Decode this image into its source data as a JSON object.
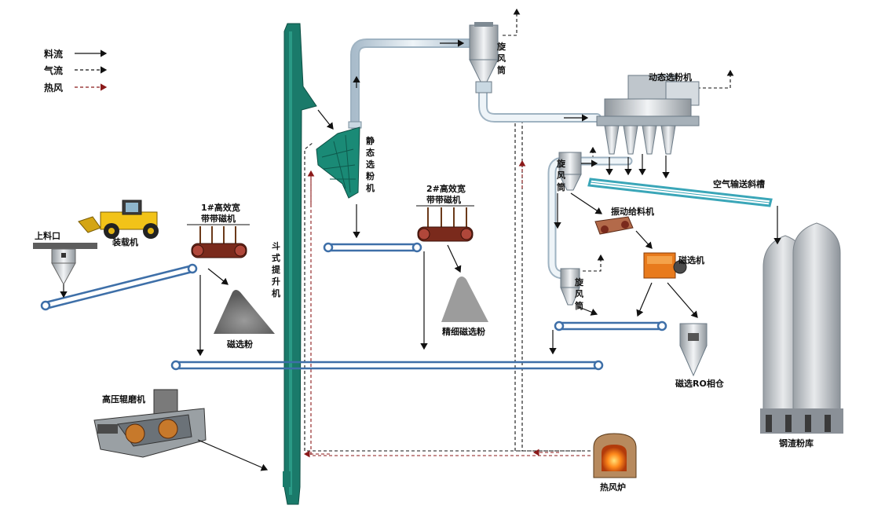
{
  "legend": {
    "material_flow": "料流",
    "air_flow": "气流",
    "hot_air": "热风"
  },
  "labels": {
    "feed_port": "上料口",
    "loader": "装载机",
    "magnetic_separator_1_line1": "1#高效宽",
    "magnetic_separator_1_line2": "带带磁机",
    "magnetic_powder": "磁选粉",
    "bucket_elevator": "斗式提升机",
    "static_classifier": "静态选粉机",
    "magnetic_separator_2_line1": "2#高效宽",
    "magnetic_separator_2_line2": "带带磁机",
    "fine_magnetic_powder": "精细磁选粉",
    "cyclone_top": "旋风筒",
    "dynamic_classifier": "动态选粉机",
    "cyclone_mid": "旋风筒",
    "air_slide": "空气输送斜槽",
    "vibrating_feeder": "振动给料机",
    "magnetic_separator": "磁选机",
    "cyclone_low": "旋风筒",
    "ro_silo": "磁选RO相仓",
    "roller_press": "高压辊磨机",
    "steel_slag_silo": "钢渣粉库",
    "hot_air_furnace": "热风炉"
  },
  "colors": {
    "elevator": "#1a7a6a",
    "conveyor": "#3e6fa8",
    "pipe": "#c9d8e2",
    "hot_air": "#8b1a1a",
    "slide": "#3aa6b8"
  }
}
